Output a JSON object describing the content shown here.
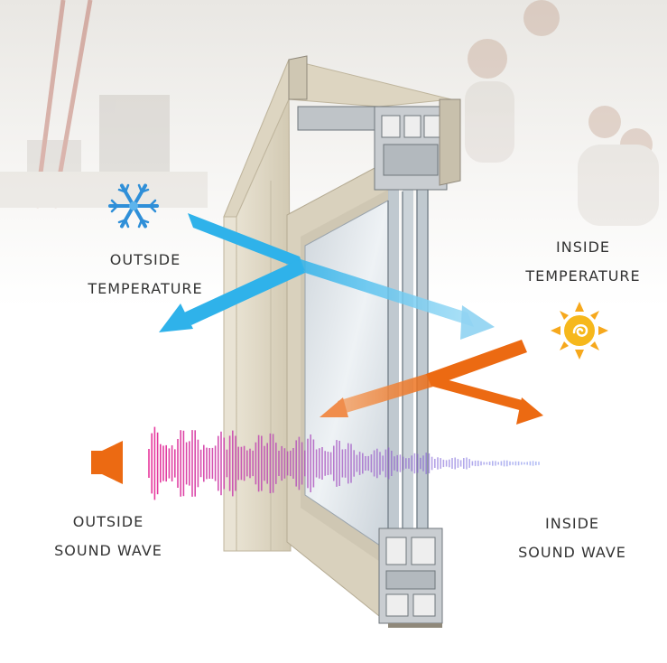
{
  "labels": {
    "outside_temperature": [
      "OUTSIDE",
      "TEMPERATURE"
    ],
    "inside_temperature": [
      "INSIDE",
      "TEMPERATURE"
    ],
    "outside_sound_wave": [
      "OUTSIDE",
      "SOUND WAVE"
    ],
    "inside_sound_wave": [
      "INSIDE",
      "SOUND WAVE"
    ]
  },
  "icons": {
    "cold": "snowflake-icon",
    "heat": "sun-icon",
    "sound": "speaker-icon"
  },
  "colors": {
    "cold_arrow": "#2fb2ea",
    "heat_arrow": "#ec6a12",
    "sound_wave_start": "#e8379c",
    "sound_wave_end": "#7b4fe0",
    "frame": "#d9d1bd",
    "label_text": "#333333"
  }
}
